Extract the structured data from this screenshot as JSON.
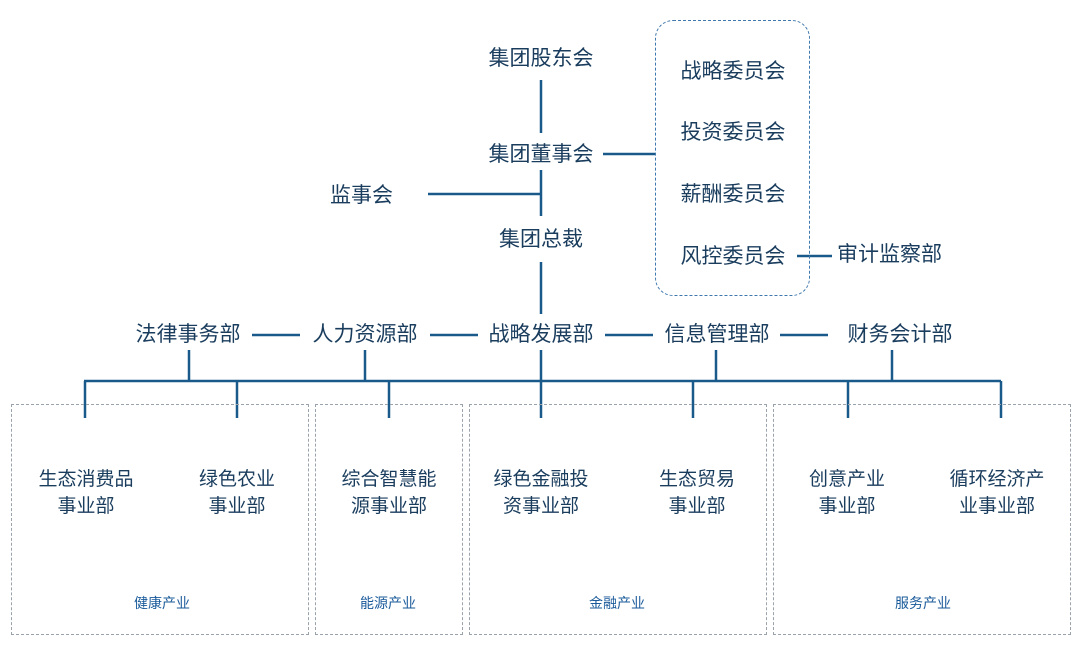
{
  "top": {
    "shareholders": "集团股东会",
    "board": "集团董事会",
    "supervisors": "监事会",
    "president": "集团总裁"
  },
  "committees": {
    "strategy": "战略委员会",
    "investment": "投资委员会",
    "compensation": "薪酬委员会",
    "risk": "风控委员会",
    "audit": "审计监察部"
  },
  "departments": {
    "legal": "法律事务部",
    "hr": "人力资源部",
    "strategy_dev": "战略发展部",
    "it": "信息管理部",
    "finance": "财务会计部"
  },
  "groups": [
    {
      "label": "健康产业",
      "units": [
        {
          "line1": "生态消费品",
          "line2": "事业部"
        },
        {
          "line1": "绿色农业",
          "line2": "事业部"
        }
      ]
    },
    {
      "label": "能源产业",
      "units": [
        {
          "line1": "综合智慧能",
          "line2": "源事业部"
        }
      ]
    },
    {
      "label": "金融产业",
      "units": [
        {
          "line1": "绿色金融投",
          "line2": "资事业部"
        },
        {
          "line1": "生态贸易",
          "line2": "事业部"
        }
      ]
    },
    {
      "label": "服务产业",
      "units": [
        {
          "line1": "创意产业",
          "line2": "事业部"
        },
        {
          "line1": "循环经济产",
          "line2": "业事业部"
        }
      ]
    }
  ],
  "colors": {
    "line": "#1a5a8a",
    "text": "#1a3d5e",
    "committee_border": "#3f78ad",
    "group_border": "#9aa3ab"
  }
}
